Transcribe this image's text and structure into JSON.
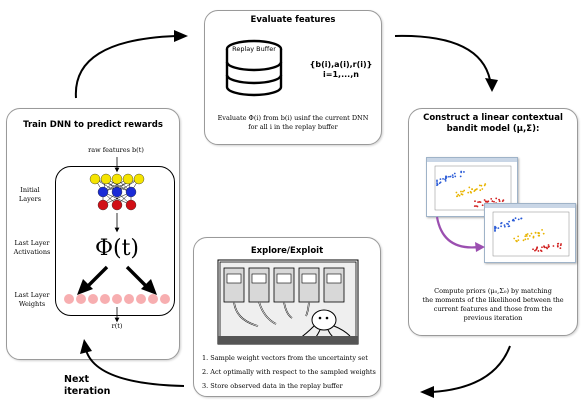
{
  "evaluate": {
    "title": "Evaluate features",
    "buffer_label": "Replay Buffer",
    "set_line1": "{b(i),a(i),r(i)}",
    "set_line2": "i=1,...,n",
    "desc_line1": "Evaluate Φ(i) from b(i) usinf the current DNN",
    "desc_line2": "for all i in the replay buffer"
  },
  "train": {
    "title": "Train DNN to predict rewards",
    "raw_features": "raw features b(t)",
    "initial_layers_1": "Initial",
    "initial_layers_2": "Layers",
    "last_layer_act_1": "Last Layer",
    "last_layer_act_2": "Activations",
    "phi": "Φ(t)",
    "last_layer_w_1": "Last Layer",
    "last_layer_w_2": "Weights",
    "output": "r(t)"
  },
  "construct": {
    "title_line1": "Construct a linear contextual",
    "title_line2": "bandit model (μ,Σ):",
    "desc_line1": "Compute priors (μ₀,Σ₀) by matching",
    "desc_line2": "the moments of the likelihood between the",
    "desc_line3": "current features and those from the",
    "desc_line4": "previous iteration"
  },
  "explore": {
    "title": "Explore/Exploit",
    "step1": "1. Sample weight vectors from the uncertainty set",
    "step2": "2. Act optimally with respect to the sampled weights",
    "step3": "3. Store observed data in the replay buffer"
  },
  "next_iteration_1": "Next",
  "next_iteration_2": "iteration",
  "colors": {
    "yellow_node": "#f5e400",
    "blue_node": "#1a2bd6",
    "red_node": "#d10f16",
    "pink_node": "#f7aeb0",
    "purple_arrow": "#9b4fb0"
  }
}
